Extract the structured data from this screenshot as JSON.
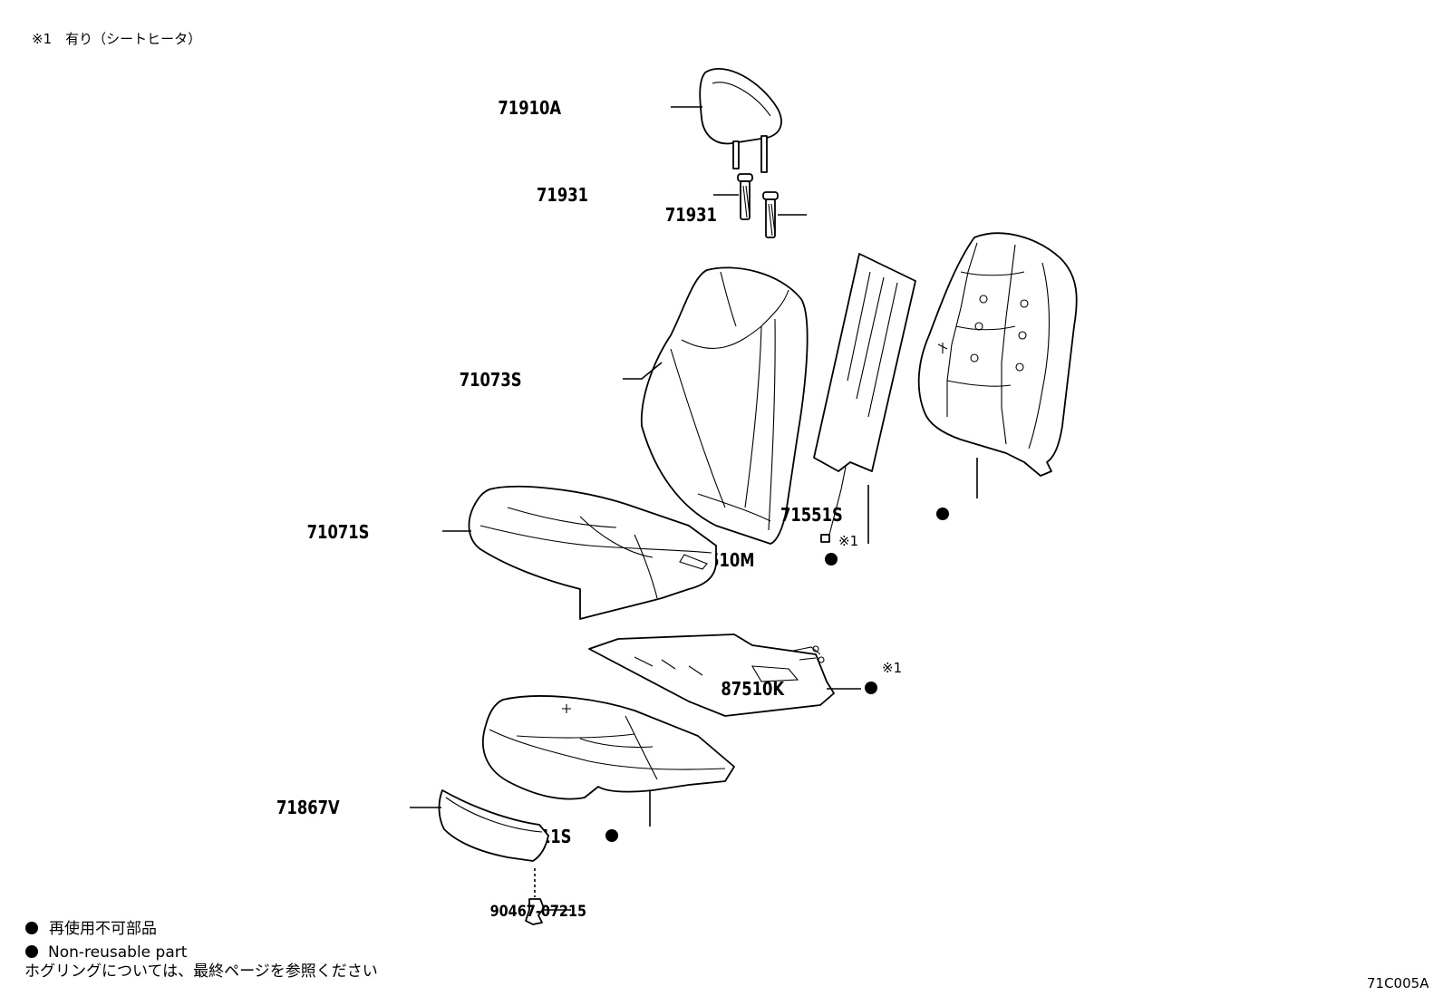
{
  "header_note": "※1　有り（シートヒータ）",
  "parts": {
    "headrest": "71910A",
    "support_left": "71931",
    "support_right": "71931",
    "back_cover": "71073S",
    "heater_back": "87510M",
    "heater_back_note": "※1",
    "back_pad": "71551S",
    "cushion_cover": "71071S",
    "heater_cushion": "87510K",
    "heater_cushion_note": "※1",
    "cushion_pad": "71511S",
    "front_cover": "71867V",
    "clip": "90467-07215"
  },
  "legend": {
    "non_reusable_jp": "再使用不可部品",
    "non_reusable_en": "Non-reusable part",
    "grommet_note": "ホグリングについては、最終ページを参照ください"
  },
  "diagram_code": "71C005A"
}
